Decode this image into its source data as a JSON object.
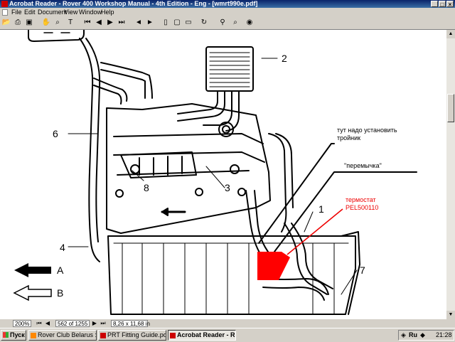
{
  "window": {
    "title": "Acrobat Reader - Rover 400 Workshop Manual - 4th Edition - Eng - [wmrt990e.pdf]",
    "controls": [
      "_",
      "□",
      "×"
    ]
  },
  "menu": [
    "File",
    "Edit",
    "Document",
    "View",
    "Window",
    "Help"
  ],
  "toolbar": {
    "icons": [
      "open-icon",
      "print-icon",
      "save-icon",
      "hand-icon",
      "zoom-icon",
      "select-text-icon",
      "first-page-icon",
      "prev-page-icon",
      "next-page-icon",
      "last-page-icon",
      "go-back-icon",
      "go-forward-icon",
      "actual-size-icon",
      "fit-page-icon",
      "fit-width-icon",
      "rotate-icon",
      "find-icon",
      "search-icon",
      "web-icon"
    ]
  },
  "diagram": {
    "callouts": {
      "n1": "1",
      "n2": "2",
      "n3": "3",
      "n4": "4",
      "n6": "6",
      "n7": "7",
      "n8": "8"
    },
    "legend": {
      "a": "A",
      "b": "B"
    },
    "notes": {
      "tee_line1": "тут надо установить",
      "tee_line2": "тройник",
      "jumper": "\"перемычка\"",
      "thermostat_line1": "термостат",
      "thermostat_line2": "PEL500110"
    },
    "colors": {
      "annotation_red": "#e00000",
      "thermostat_fill": "#ff0000"
    }
  },
  "status": {
    "zoom": "200%",
    "page": "562 of 1255",
    "page_size": "8,26 x 11,68 in"
  },
  "taskbar": {
    "start_label": "Пуск",
    "tasks": [
      "Rover Club Belarus :: Пр...",
      "PRT Fitting Guide.pdf (S...",
      "Acrobat Reader - Rov..."
    ],
    "tray_lang": "Ru",
    "clock": "21:28"
  }
}
